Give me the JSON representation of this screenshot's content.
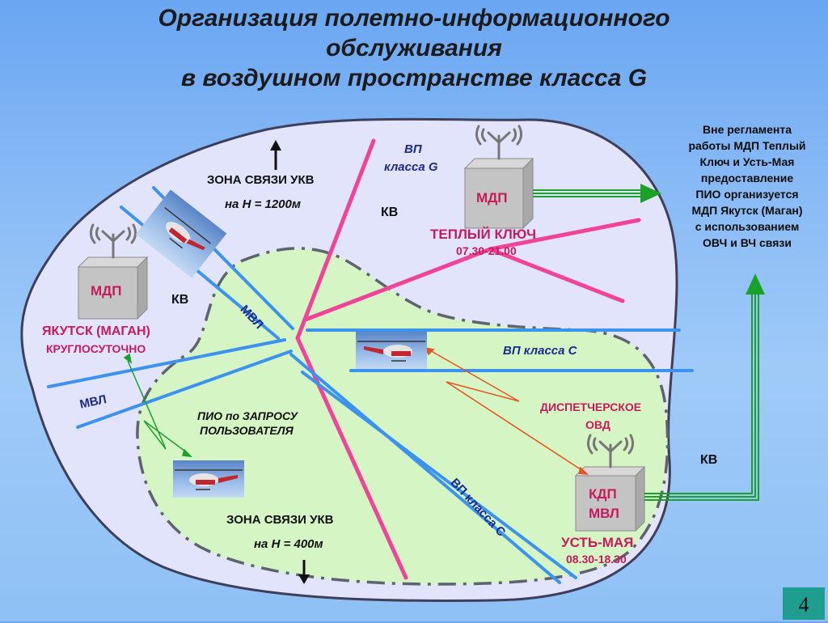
{
  "title": {
    "line1": "Организация полетно-информационного",
    "line2": "обслуживания",
    "line3": "в воздушном пространстве класса G"
  },
  "labels": {
    "zone_ukv_top": "ЗОНА СВЯЗИ УКВ",
    "h_top": "на Н = 1200м",
    "vp_g_1": "ВП",
    "vp_g_2": "класса G",
    "kv_top": "КВ",
    "mdp_top": "МДП",
    "tepliy": "ТЕПЛЫЙ КЛЮЧ",
    "tepliy_time": "07.30-21.00",
    "mdp_left": "МДП",
    "kv_left": "КВ",
    "yakutsk": "ЯКУТСК (МАГАН)",
    "round": "КРУГЛОСУТОЧНО",
    "mvl_diag": "МВЛ",
    "mvl_left": "МВЛ",
    "vp_c_right": "ВП  класса С",
    "pio_1": "ПИО по ЗАПРОСУ",
    "pio_2": "ПОЛЬЗОВАТЕЛЯ",
    "disp_1": "ДИСПЕТЧЕРСКОЕ",
    "disp_2": "ОВД",
    "kv_right": "КВ",
    "kdp": "КДП",
    "mvl_box": "МВЛ",
    "ust": "УСТЬ-МАЯ",
    "ust_time": "08.30-18.30",
    "zone_ukv_bottom": "ЗОНА СВЯЗИ УКВ",
    "h_bottom": "на Н = 400м",
    "vp_c_diag": "ВП  класса С"
  },
  "note": {
    "line1": "Вне регламента",
    "line2": "работы МДП Теплый",
    "line3": "Ключ и Усть-Мая",
    "line4": "предоставление",
    "line5": "ПИО организуется",
    "line6": "МДП Якутск (Маган)",
    "line7": "с использованием",
    "line8": "ОВЧ и ВЧ связи"
  },
  "page_number": "4",
  "colors": {
    "route": "#3c93ef",
    "boundary": "#f0439a",
    "label_red": "#c41c5c",
    "label_blue": "#1c2a8e",
    "arrow_green": "#1aa12a"
  }
}
